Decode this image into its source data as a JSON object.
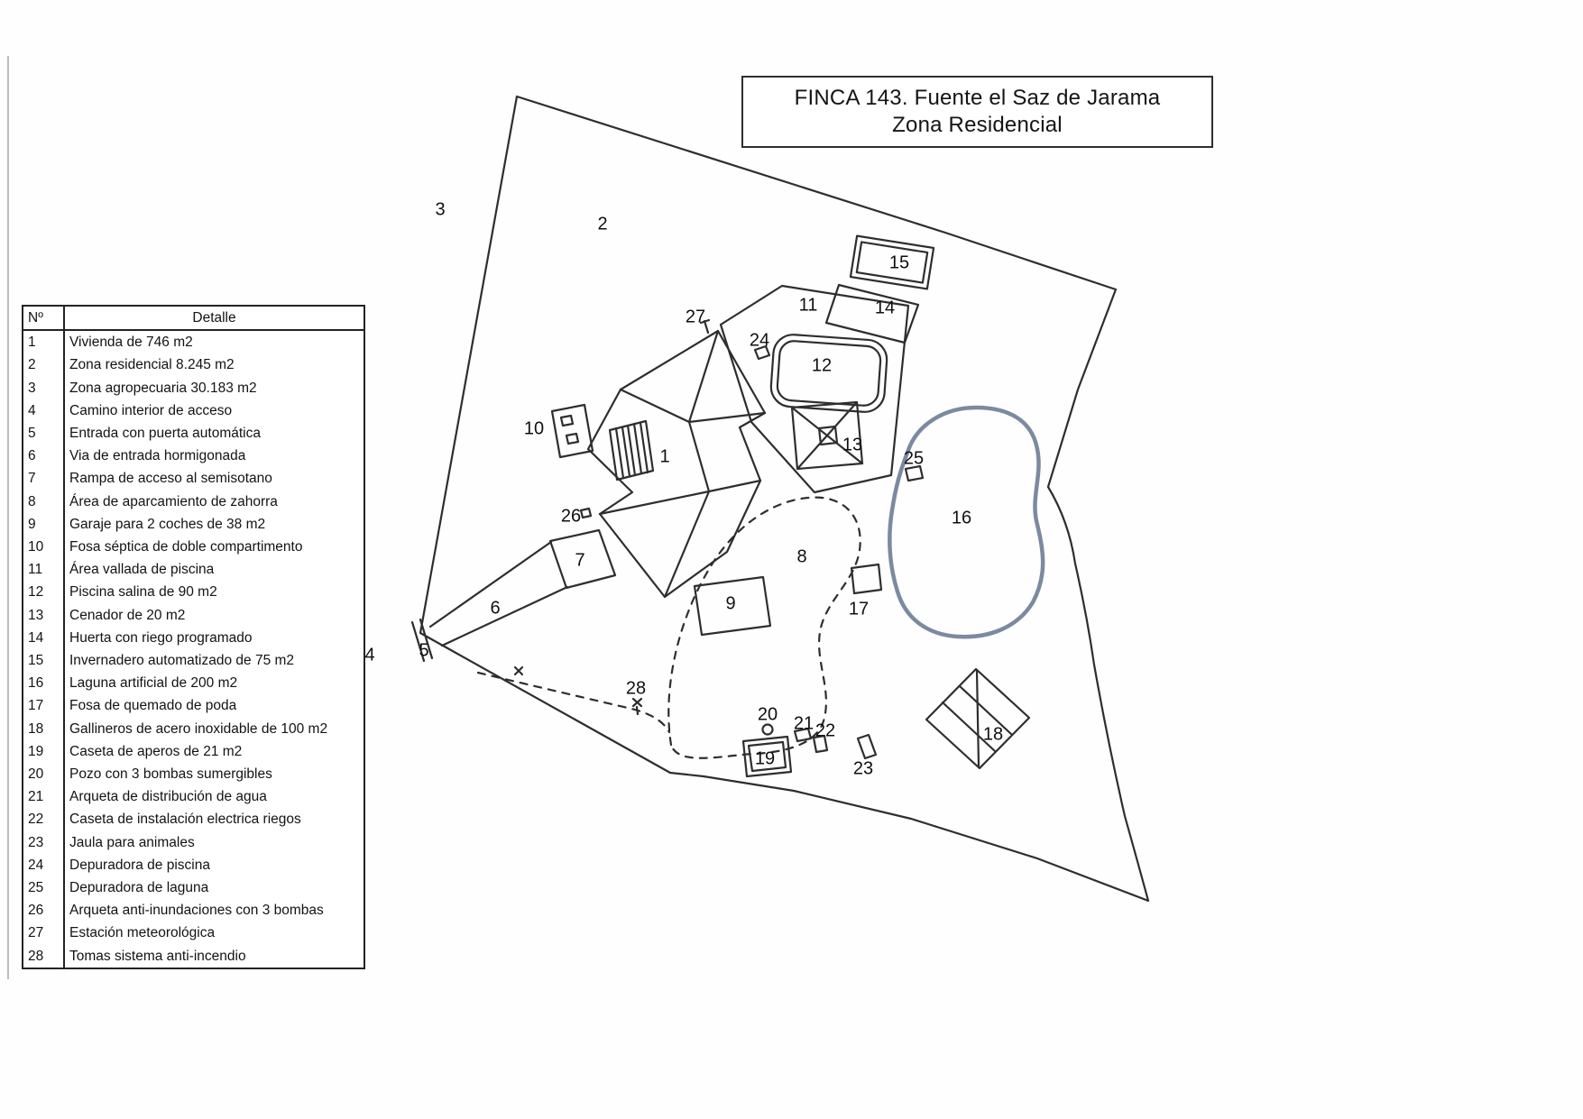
{
  "title": {
    "line1": "FINCA 143. Fuente el Saz de Jarama",
    "line2": "Zona Residencial"
  },
  "legend": {
    "headers": {
      "num": "Nº",
      "detail": "Detalle"
    },
    "items": [
      {
        "num": "1",
        "detail": "Vivienda de 746 m2"
      },
      {
        "num": "2",
        "detail": "Zona residencial 8.245 m2"
      },
      {
        "num": "3",
        "detail": "Zona agropecuaria 30.183 m2"
      },
      {
        "num": "4",
        "detail": "Camino interior de acceso"
      },
      {
        "num": "5",
        "detail": "Entrada con puerta automática"
      },
      {
        "num": "6",
        "detail": "Via de entrada hormigonada"
      },
      {
        "num": "7",
        "detail": "Rampa de acceso al semisotano"
      },
      {
        "num": "8",
        "detail": "Área de aparcamiento de zahorra"
      },
      {
        "num": "9",
        "detail": "Garaje para 2 coches de 38 m2"
      },
      {
        "num": "10",
        "detail": "Fosa séptica de doble compartimento"
      },
      {
        "num": "11",
        "detail": "Área vallada de piscina"
      },
      {
        "num": "12",
        "detail": "Piscina salina de 90 m2"
      },
      {
        "num": "13",
        "detail": "Cenador de 20 m2"
      },
      {
        "num": "14",
        "detail": "Huerta con riego programado"
      },
      {
        "num": "15",
        "detail": "Invernadero automatizado de 75 m2"
      },
      {
        "num": "16",
        "detail": "Laguna artificial de 200 m2"
      },
      {
        "num": "17",
        "detail": "Fosa de quemado de poda"
      },
      {
        "num": "18",
        "detail": "Gallineros de acero inoxidable de 100 m2"
      },
      {
        "num": "19",
        "detail": "Caseta de aperos de 21 m2"
      },
      {
        "num": "20",
        "detail": "Pozo con 3 bombas sumergibles"
      },
      {
        "num": "21",
        "detail": "Arqueta de distribución de agua"
      },
      {
        "num": "22",
        "detail": "Caseta de instalación electrica riegos"
      },
      {
        "num": "23",
        "detail": "Jaula para animales"
      },
      {
        "num": "24",
        "detail": "Depuradora de piscina"
      },
      {
        "num": "25",
        "detail": "Depuradora de laguna"
      },
      {
        "num": "26",
        "detail": "Arqueta anti-inundaciones con 3 bombas"
      },
      {
        "num": "27",
        "detail": "Estación meteorológica"
      },
      {
        "num": "28",
        "detail": "Tomas sistema anti-incendio"
      }
    ]
  },
  "map": {
    "labels": [
      "1",
      "2",
      "3",
      "4",
      "5",
      "6",
      "7",
      "8",
      "9",
      "10",
      "11",
      "12",
      "13",
      "14",
      "15",
      "16",
      "17",
      "18",
      "19",
      "20",
      "21",
      "22",
      "23",
      "24",
      "25",
      "26",
      "27",
      "28"
    ]
  },
  "colors": {
    "ink": "#2e2e2e",
    "lagoon_stroke": "#74849b",
    "paper": "#ffffff"
  }
}
